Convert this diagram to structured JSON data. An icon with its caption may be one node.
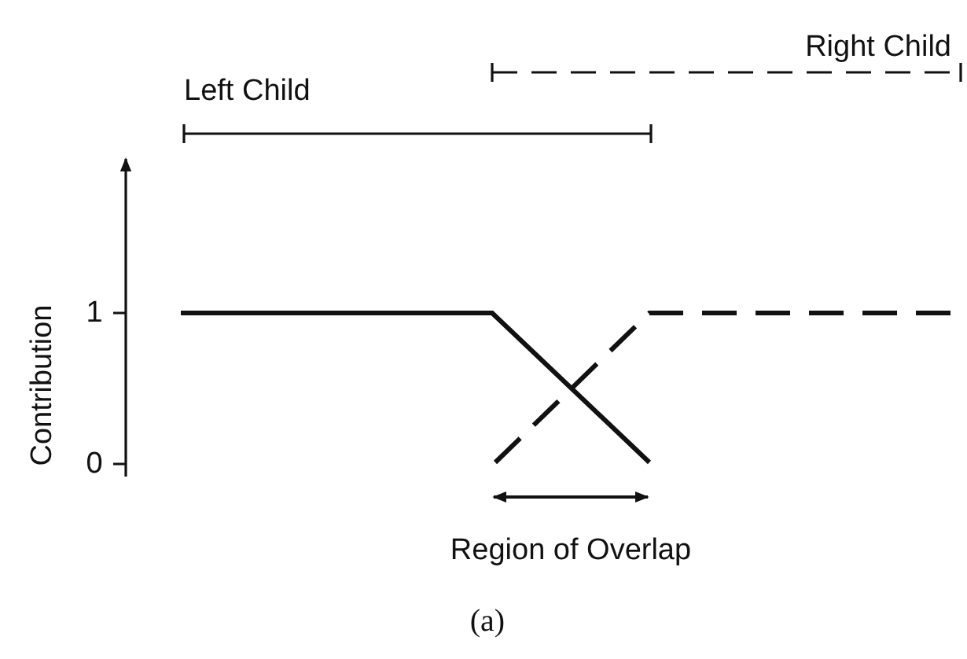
{
  "diagram": {
    "caption": "(a)",
    "labels": [
      "Right Child",
      "Left Child",
      "Contribution",
      "1",
      "0",
      "Region of Overlap"
    ]
  }
}
